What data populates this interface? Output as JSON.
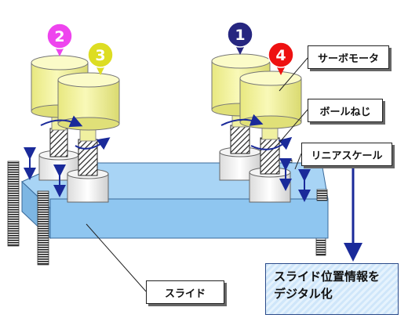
{
  "labels": {
    "servo_motor": "サーボモータ",
    "ball_screw": "ボールねじ",
    "linear_scale": "リニアスケール",
    "slide": "スライド",
    "info_line1": "スライド位置情報を",
    "info_line2": "デジタル化"
  },
  "markers": [
    {
      "id": "1",
      "color": "#262680"
    },
    {
      "id": "2",
      "color": "#ee44ee"
    },
    {
      "id": "3",
      "color": "#dddd22"
    },
    {
      "id": "4",
      "color": "#ee1111"
    }
  ],
  "colors": {
    "motor": "#f3f39a",
    "slide_top": "#a8d4f5",
    "slide_front": "#8fc6f0",
    "arrow": "#1a2a9a"
  }
}
